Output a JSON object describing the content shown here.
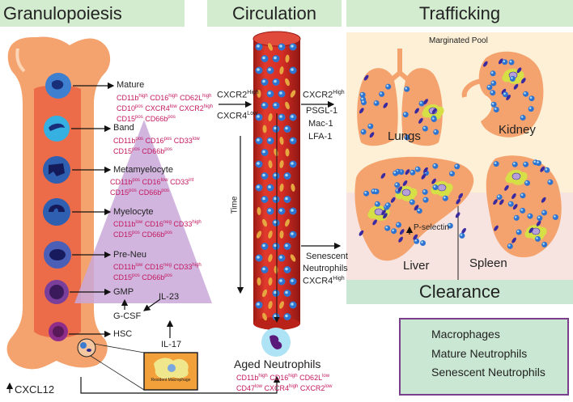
{
  "headers": {
    "granulopoiesis": "Granulopoiesis",
    "circulation": "Circulation",
    "trafficking": "Trafficking",
    "clearance": "Clearance"
  },
  "stages": {
    "mature": {
      "name": "Mature",
      "markers": [
        "CD11b",
        "high",
        " CD16",
        "high",
        " CD62L",
        "high",
        "CD10",
        "pos",
        " CXCR4",
        "low",
        " CXCR2",
        "high",
        "CD15",
        "pos",
        " CD66b",
        "pos"
      ]
    },
    "band": {
      "name": "Band",
      "markers": [
        "CD11b",
        "pos",
        " CD16",
        "pos",
        " CD33",
        "low",
        "CD15",
        "pos",
        " CD66b",
        "pos"
      ]
    },
    "metamyelocyte": {
      "name": "Metamyelocyte",
      "markers": [
        "CD11b",
        "pos",
        " CD16",
        "low",
        " CD33",
        "int",
        "CD15",
        "pos",
        " CD66b",
        "pos"
      ]
    },
    "myelocyte": {
      "name": "Myelocyte",
      "markers": [
        "CD11b",
        "low",
        " CD16",
        "neg",
        " CD33",
        "high",
        "CD15",
        "pos",
        " CD66b",
        "pos"
      ]
    },
    "preneu": {
      "name": "Pre-Neu",
      "markers": [
        "CD11b",
        "low",
        " CD16",
        "neg",
        " CD33",
        "high",
        "CD15",
        "pos",
        " CD66b",
        "pos"
      ]
    },
    "gmp": "GMP",
    "hsc": "HSC"
  },
  "cytokines": {
    "gcsf": "G-CSF",
    "il23": "IL-23",
    "il17": "IL-17",
    "cxcl12": "CXCL12"
  },
  "resident_macrophage": "Resident Macrophage",
  "circulation": {
    "cxcr2": "CXCR2",
    "cxcr2_sup": "High",
    "cxcr4": "CXCR4",
    "cxcr4_sup": "Low",
    "time": "Time",
    "right_cxcr2": "CXCR2",
    "right_cxcr2_sup": "High",
    "psgl1": "PSGL-1",
    "mac1": "Mac-1",
    "lfa1": "LFA-1",
    "senescent": "Senescent",
    "neutrophils": "Neutrophils",
    "sen_cxcr4": "CXCR4",
    "sen_cxcr4_sup": "High"
  },
  "aged": {
    "title": "Aged Neutrophils",
    "line1": [
      "CD11b",
      "high",
      " CD16",
      "high",
      " CD62L",
      "low"
    ],
    "line2": [
      "CD47",
      "low",
      " CXCR4",
      "high",
      " CXCR2",
      "low"
    ]
  },
  "trafficking": {
    "marginated_pool": "Marginated Pool",
    "lungs": "Lungs",
    "kidney": "Kidney",
    "liver": "Liver",
    "spleen": "Spleen",
    "pselectin": "P-selectin"
  },
  "legend": {
    "macrophages": "Macrophages",
    "mature": "Mature Neutrophils",
    "senescent": "Senescent Neutrophils"
  },
  "colors": {
    "header_bg": "#d3ebcf",
    "bone": "#f4a36e",
    "marrow": "#ec6c4a",
    "vessel": "#d8302a",
    "marker_text": "#c3185f",
    "pool_bg": "#fdf0d6",
    "clearance_bg": "#c9e7d2",
    "triangle": "#c9a8d9",
    "legend_border": "#7a3f8a"
  }
}
